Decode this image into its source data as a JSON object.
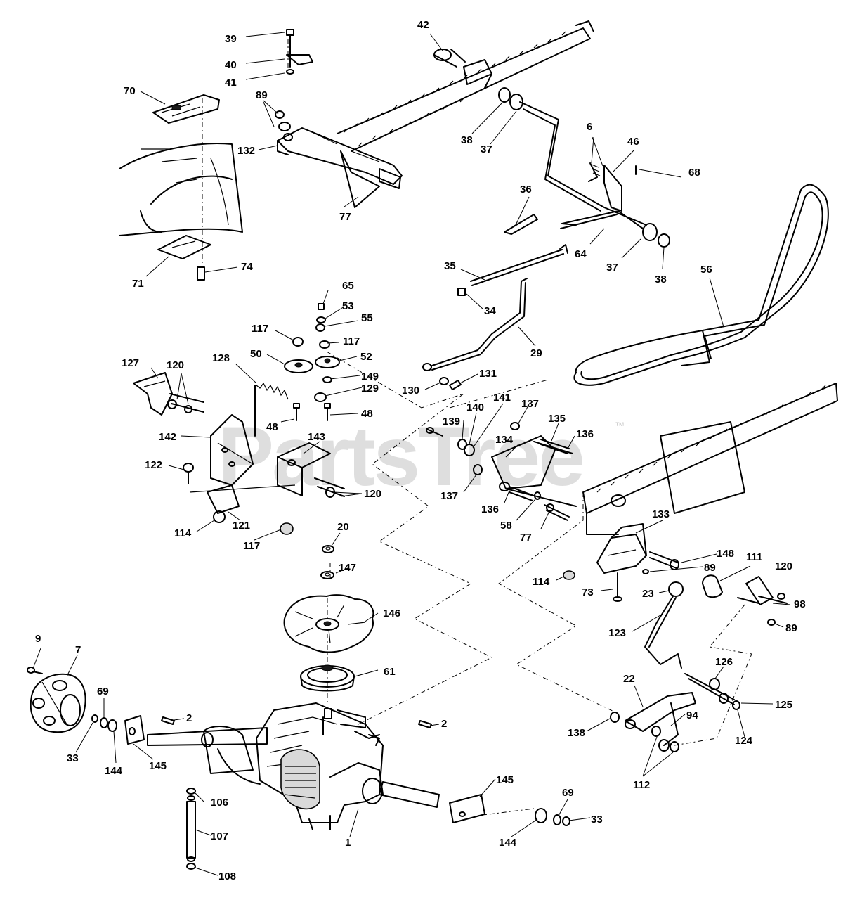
{
  "watermark": {
    "text": "PartsTree",
    "trademark": "™"
  },
  "callouts": {
    "c39": "39",
    "c40": "40",
    "c41": "41",
    "c42": "42",
    "c70": "70",
    "c89a": "89",
    "c132": "132",
    "c38a": "38",
    "c37a": "37",
    "c6": "6",
    "c46": "46",
    "c68": "68",
    "c77a": "77",
    "c36": "36",
    "c64": "64",
    "c37b": "37",
    "c38b": "38",
    "c56": "56",
    "c71": "71",
    "c74": "74",
    "c35": "35",
    "c34": "34",
    "c65": "65",
    "c53": "53",
    "c55": "55",
    "c117a": "117",
    "c117b": "117",
    "c50": "50",
    "c52": "52",
    "c29": "29",
    "c127": "127",
    "c120a": "120",
    "c128": "128",
    "c149": "149",
    "c129": "129",
    "c131": "131",
    "c130": "130",
    "c48a": "48",
    "c48b": "48",
    "c137a": "137",
    "c140": "140",
    "c141": "141",
    "c139": "139",
    "c135": "135",
    "c136a": "136",
    "c142": "142",
    "c143": "143",
    "c134": "134",
    "c122": "122",
    "c120b": "120",
    "c137b": "137",
    "c136b": "136",
    "c114a": "114",
    "c121": "121",
    "c117c": "117",
    "c58": "58",
    "c77b": "77",
    "c133": "133",
    "c20": "20",
    "c147": "147",
    "c148": "148",
    "c89b": "89",
    "c111": "111",
    "c120c": "120",
    "c114b": "114",
    "c73": "73",
    "c23": "23",
    "c98": "98",
    "c89c": "89",
    "c146": "146",
    "c123": "123",
    "c9": "9",
    "c7": "7",
    "c61": "61",
    "c126": "126",
    "c22": "22",
    "c125": "125",
    "c69a": "69",
    "c2a": "2",
    "c94": "94",
    "c138": "138",
    "c124": "124",
    "c33a": "33",
    "c144a": "144",
    "c145a": "145",
    "c2b": "2",
    "c145b": "145",
    "c112": "112",
    "c106": "106",
    "c69b": "69",
    "c33b": "33",
    "c107": "107",
    "c1": "1",
    "c144b": "144",
    "c108": "108"
  }
}
